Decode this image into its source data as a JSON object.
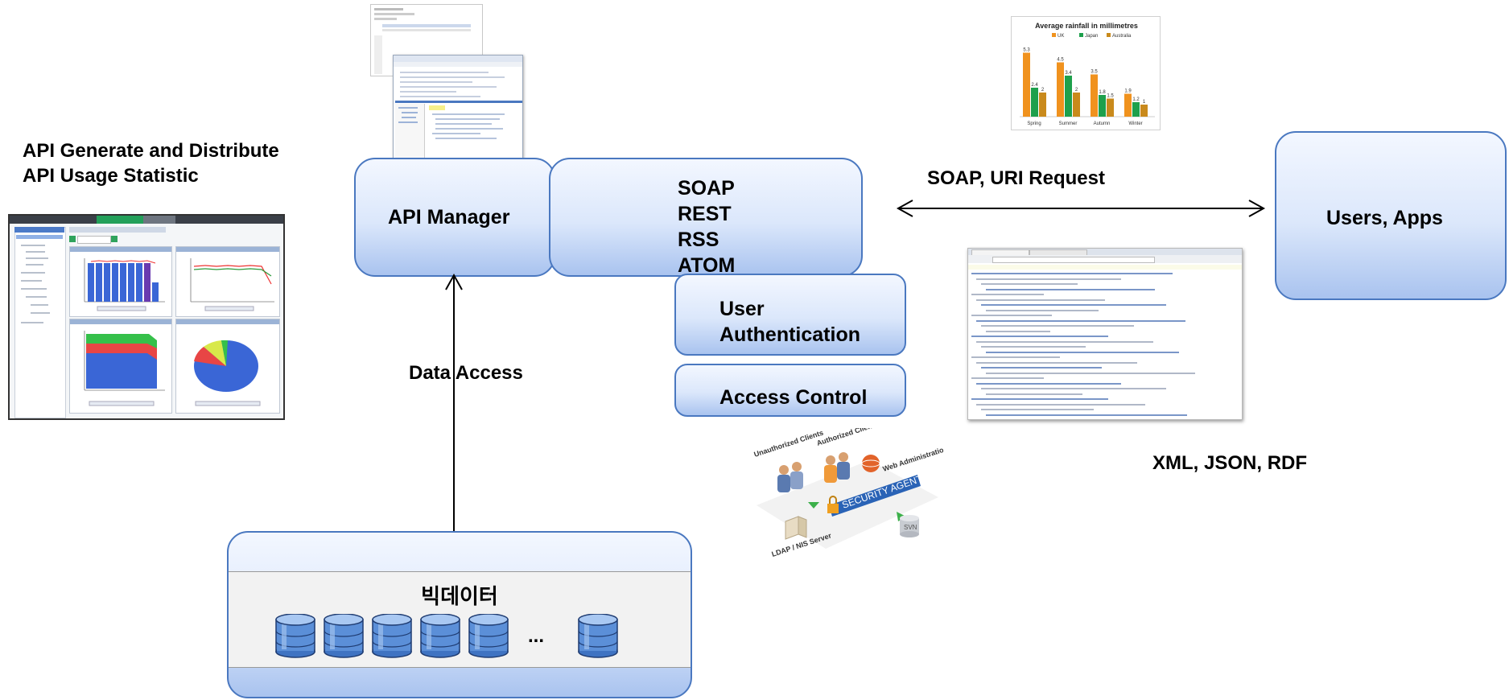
{
  "left_caption": {
    "line1": "API Generate and Distribute",
    "line2": "API Usage Statistic"
  },
  "api_manager": {
    "label": "API Manager"
  },
  "protocols": [
    "SOAP",
    "REST",
    "RSS",
    "ATOM"
  ],
  "user_auth": {
    "line1": "User",
    "line2": "Authentication"
  },
  "access_control": {
    "label": "Access Control"
  },
  "request_label": "SOAP, URI Request",
  "users_apps": {
    "label": "Users, Apps"
  },
  "formats_label": "XML, JSON, RDF",
  "data_access_label": "Data Access",
  "bigdata": {
    "title": "빅데이터",
    "ellipsis": "..."
  },
  "security_image": {
    "unauthorized": "Unauthorized Clients",
    "authorized": "Authorized Clients",
    "web_admin": "Web Administration",
    "agent": "SECURITY AGENT",
    "ldap": "LDAP / NIS Server",
    "svn": "SVN"
  },
  "chart_data": {
    "type": "bar",
    "title": "Average rainfall in millimetres",
    "categories": [
      "Spring",
      "Summer",
      "Autumn",
      "Winter"
    ],
    "series": [
      {
        "name": "UK",
        "values": [
          5.3,
          4.5,
          3.5,
          1.9
        ]
      },
      {
        "name": "Japan",
        "values": [
          2.4,
          3.4,
          1.8,
          1.2
        ]
      },
      {
        "name": "Australia",
        "values": [
          2,
          2,
          1.5,
          1
        ]
      }
    ],
    "colors": [
      "#f0921e",
      "#1ea04c",
      "#c98a1c"
    ],
    "legend": "top",
    "ylim": [
      0,
      6
    ],
    "data_labels": true
  },
  "colors": {
    "box_border": "#4a78c0",
    "box_fill_top": "#f3f7ff",
    "box_fill_bottom": "#a9c3ef",
    "db_blue": "#5b8fd8"
  }
}
